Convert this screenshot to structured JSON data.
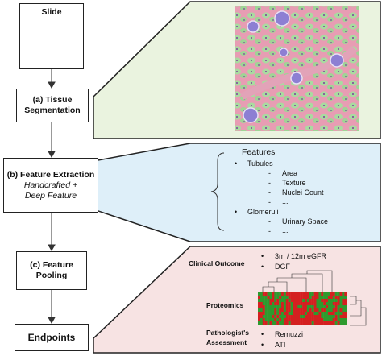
{
  "steps": {
    "slide": "Slide",
    "seg_line1": "(a) Tissue",
    "seg_line2": "Segmentation",
    "fe_line1": "(b) Feature Extraction",
    "fe_line2": "Handcrafted +",
    "fe_line3": "Deep Feature",
    "fp_line1": "(c) Feature",
    "fp_line2": "Pooling",
    "endpoints": "Endpoints"
  },
  "features": {
    "title": "Features",
    "tubules": "Tubules",
    "tubule_items": [
      "Area",
      "Texture",
      "Nuclei Count",
      "..."
    ],
    "glomeruli": "Glomeruli",
    "glomeruli_items": [
      "Urinary Space",
      "..."
    ],
    "bullet": "•",
    "dash": "-"
  },
  "endpoints_panel": {
    "clinical_label": "Clinical Outcome",
    "clinical_items": [
      "3m / 12m eGFR",
      "DGF"
    ],
    "proteomics_label": "Proteomics",
    "pathologist_label_1": "Pathologist's",
    "pathologist_label_2": "Assessment",
    "pathologist_items": [
      "Remuzzi",
      "ATI"
    ]
  },
  "colors": {
    "green_panel": "#eaf3df",
    "blue_panel": "#deeff9",
    "pink_panel": "#f7e3e3",
    "heatmap_red": "#d42020",
    "heatmap_green": "#2e9a2e"
  }
}
